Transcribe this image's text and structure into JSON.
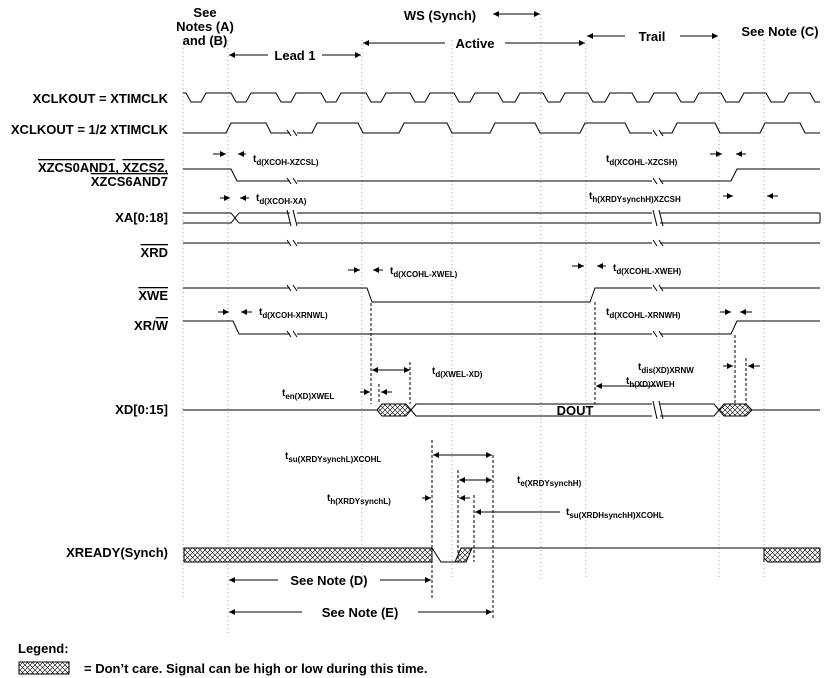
{
  "notes": {
    "see_notes_ab": [
      "See",
      "Notes (A)",
      "and (B)"
    ],
    "ws_synch": "WS (Synch)",
    "lead1": "Lead 1",
    "active": "Active",
    "trail": "Trail",
    "see_note_c": "See Note (C)",
    "see_note_d": "See Note (D)",
    "see_note_e": "See Note (E)"
  },
  "signals": {
    "xclkout_full": "XCLKOUT = XTIMCLK",
    "xclkout_half": "XCLKOUT = 1/2 XTIMCLK",
    "xzcs_a": "XZCS0AND1",
    "xzcs_sep": ", ",
    "xzcs_b": "XZCS2",
    "xzcs_end": ",",
    "xzcs6": "XZCS6AND7",
    "xa": "XA[0:18]",
    "xrd": "XRD",
    "xwe": "XWE",
    "xrw_a": "XR/",
    "xrw_b": "W",
    "xd": "XD[0:15]",
    "xready": "XREADY(Synch)"
  },
  "timing": {
    "t": "t",
    "d_xcoh_xzcsl": "d(XCOH-XZCSL)",
    "d_xcohl_xzcsh": "d(XCOHL-XZCSH)",
    "d_xcoh_xa": "d(XCOH-XA)",
    "h_xrdysynch_xzcsh": "h(XRDYsynchH)XZCSH",
    "d_xcohl_xwel": "d(XCOHL-XWEL)",
    "d_xcohl_xweh": "d(XCOHL-XWEH)",
    "d_xcoh_xrnwl": "d(XCOH-XRNWL)",
    "d_xcohl_xrnwh": "d(XCOHL-XRNWH)",
    "dis_xd_xrnw": "dis(XD)XRNW",
    "d_xwel_xd": "d(XWEL-XD)",
    "h_xd_xweh": "h(XD)XWEH",
    "en_xd_xwel": "en(XD)XWEL",
    "su_xrdysynchl_xcohl": "su(XRDYsynchL)XCOHL",
    "e_xrdysynchh": "e(XRDYsynchH)",
    "h_xrdysynchl": "h(XRDYsynchL)",
    "su_xrdhsynchh_xcohl": "su(XRDHsynchH)XCOHL"
  },
  "bus": {
    "dout": "DOUT"
  },
  "legend": {
    "title": "Legend:",
    "dont_care": "= Don’t care. Signal can be high or low during this time."
  }
}
